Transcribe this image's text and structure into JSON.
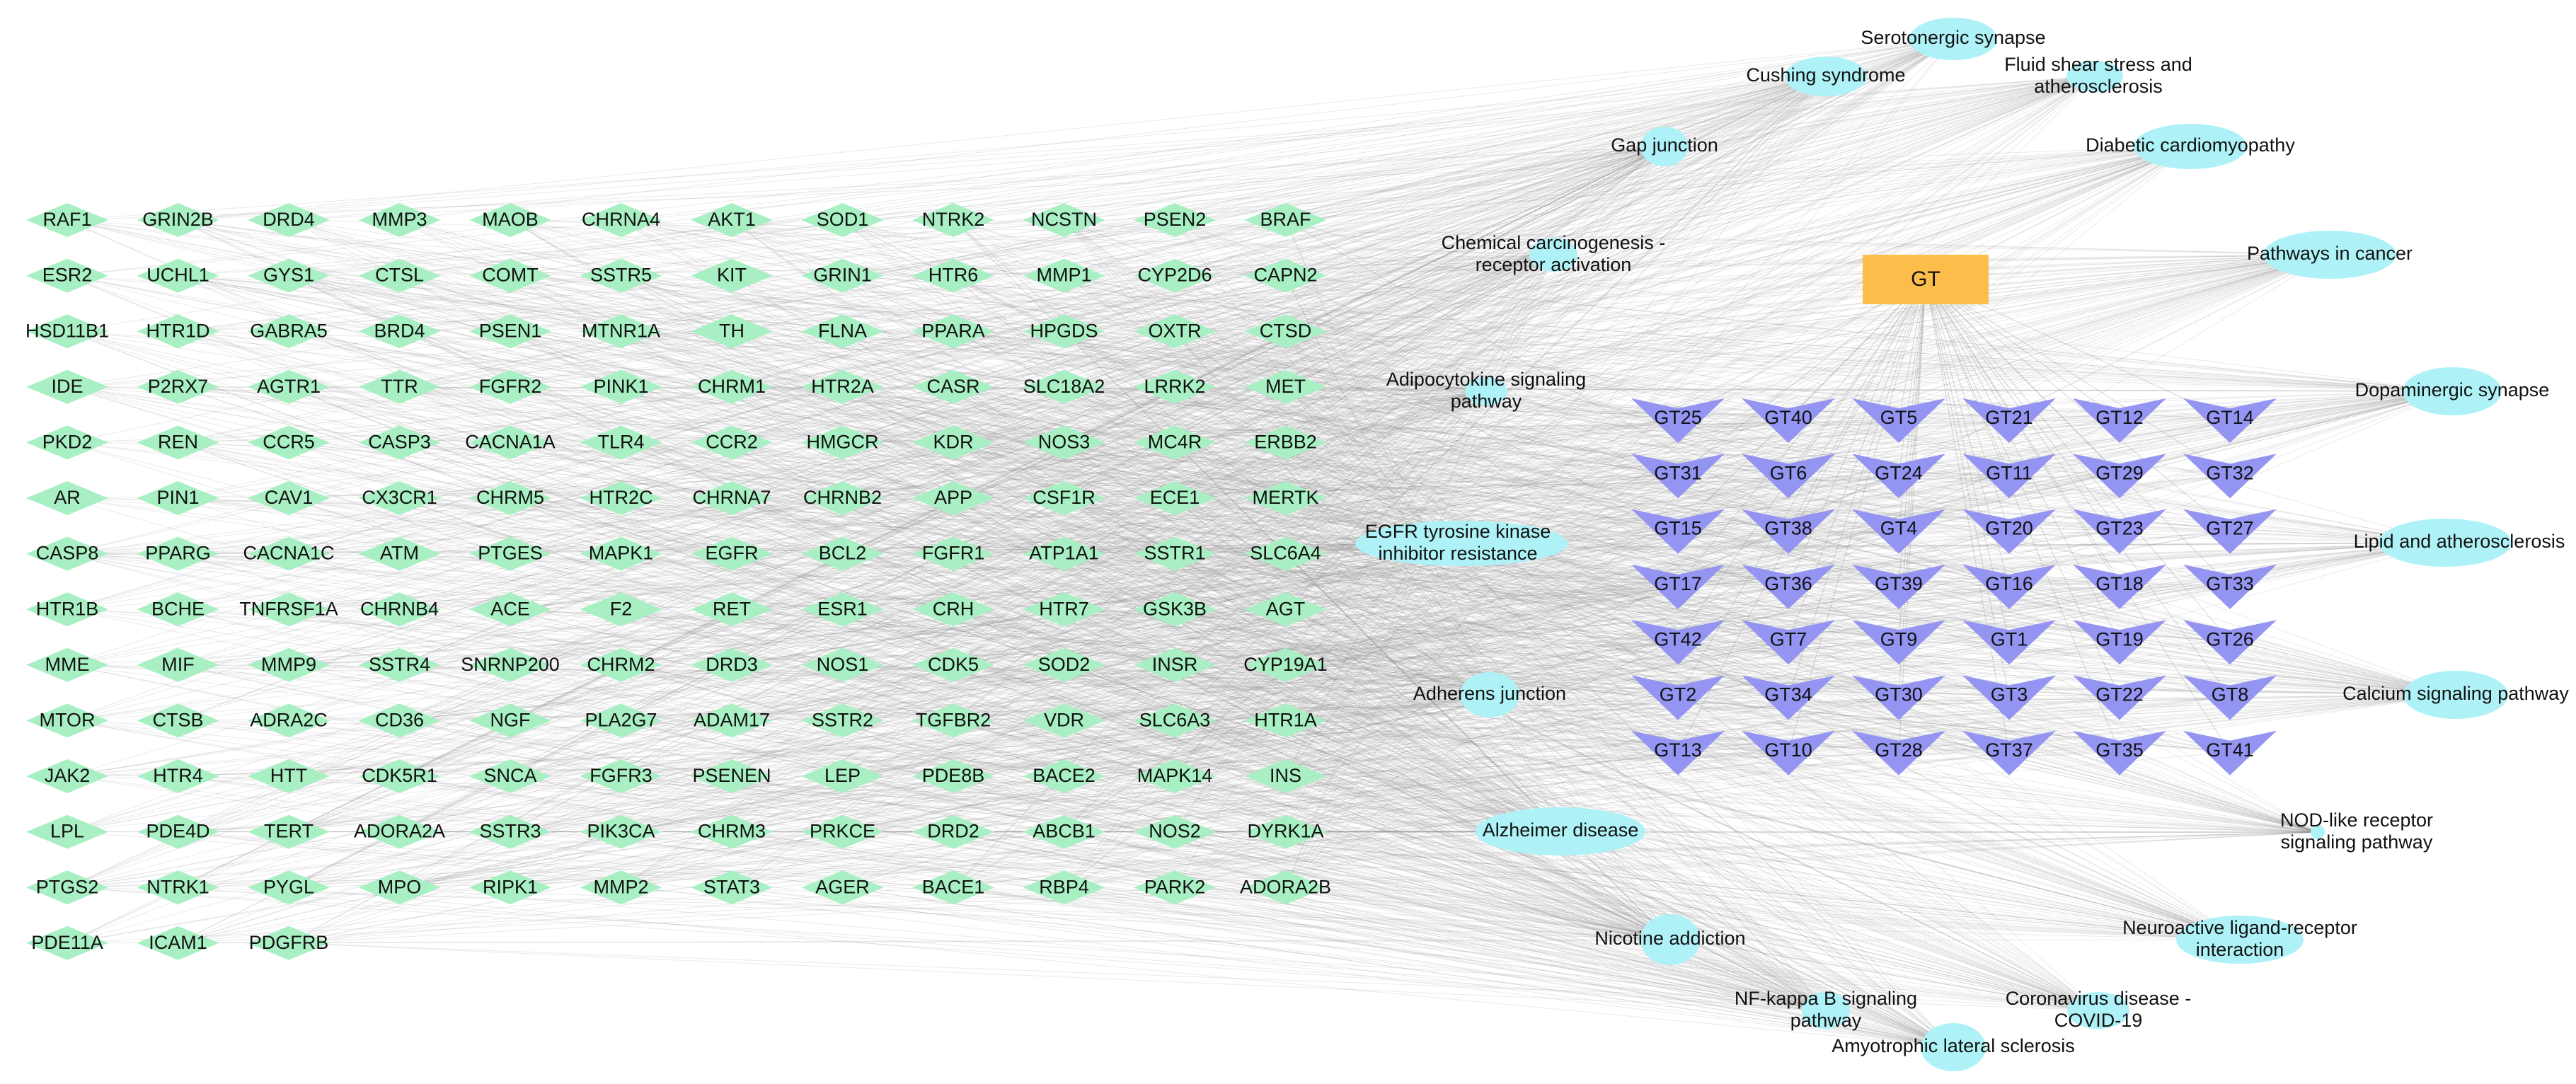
{
  "colors": {
    "target_node": "#a8f0c4",
    "gt_node": "#9494f2",
    "pathway_node": "#aef2f8",
    "hub_node": "#fdbd4a",
    "edge": "#8c8c8c",
    "label": "#111111"
  },
  "hub": {
    "label": "GT"
  },
  "target_rows": [
    [
      "RAF1",
      "GRIN2B",
      "DRD4",
      "MMP3",
      "MAOB",
      "CHRNA4",
      "AKT1",
      "SOD1",
      "NTRK2",
      "NCSTN",
      "PSEN2",
      "BRAF"
    ],
    [
      "ESR2",
      "UCHL1",
      "GYS1",
      "CTSL",
      "COMT",
      "SSTR5",
      "KIT",
      "GRIN1",
      "HTR6",
      "MMP1",
      "CYP2D6",
      "CAPN2"
    ],
    [
      "HSD11B1",
      "HTR1D",
      "GABRA5",
      "BRD4",
      "PSEN1",
      "MTNR1A",
      "TH",
      "FLNA",
      "PPARA",
      "HPGDS",
      "OXTR",
      "CTSD"
    ],
    [
      "IDE",
      "P2RX7",
      "AGTR1",
      "TTR",
      "FGFR2",
      "PINK1",
      "CHRM1",
      "HTR2A",
      "CASR",
      "SLC18A2",
      "LRRK2",
      "MET"
    ],
    [
      "PKD2",
      "REN",
      "CCR5",
      "CASP3",
      "CACNA1A",
      "TLR4",
      "CCR2",
      "HMGCR",
      "KDR",
      "NOS3",
      "MC4R",
      "ERBB2"
    ],
    [
      "AR",
      "PIN1",
      "CAV1",
      "CX3CR1",
      "CHRM5",
      "HTR2C",
      "CHRNA7",
      "CHRNB2",
      "APP",
      "CSF1R",
      "ECE1",
      "MERTK"
    ],
    [
      "CASP8",
      "PPARG",
      "CACNA1C",
      "ATM",
      "PTGES",
      "MAPK1",
      "EGFR",
      "BCL2",
      "FGFR1",
      "ATP1A1",
      "SSTR1",
      "SLC6A4"
    ],
    [
      "HTR1B",
      "BCHE",
      "TNFRSF1A",
      "CHRNB4",
      "ACE",
      "F2",
      "RET",
      "ESR1",
      "CRH",
      "HTR7",
      "GSK3B",
      "AGT"
    ],
    [
      "MME",
      "MIF",
      "MMP9",
      "SSTR4",
      "SNRNP200",
      "CHRM2",
      "DRD3",
      "NOS1",
      "CDK5",
      "SOD2",
      "INSR",
      "CYP19A1"
    ],
    [
      "MTOR",
      "CTSB",
      "ADRA2C",
      "CD36",
      "NGF",
      "PLA2G7",
      "ADAM17",
      "SSTR2",
      "TGFBR2",
      "VDR",
      "SLC6A3",
      "HTR1A"
    ],
    [
      "JAK2",
      "HTR4",
      "HTT",
      "CDK5R1",
      "SNCA",
      "FGFR3",
      "PSENEN",
      "LEP",
      "PDE8B",
      "BACE2",
      "MAPK14",
      "INS"
    ],
    [
      "LPL",
      "PDE4D",
      "TERT",
      "ADORA2A",
      "SSTR3",
      "PIK3CA",
      "CHRM3",
      "PRKCE",
      "DRD2",
      "ABCB1",
      "NOS2",
      "DYRK1A"
    ],
    [
      "PTGS2",
      "NTRK1",
      "PYGL",
      "MPO",
      "RIPK1",
      "MMP2",
      "STAT3",
      "AGER",
      "BACE1",
      "RBP4",
      "PARK2",
      "ADORA2B"
    ],
    [
      "PDE11A",
      "ICAM1",
      "PDGFRB"
    ]
  ],
  "gt_rows": [
    [
      "GT25",
      "GT40",
      "GT5",
      "GT21",
      "GT12",
      "GT14"
    ],
    [
      "GT31",
      "GT6",
      "GT24",
      "GT11",
      "GT29",
      "GT32"
    ],
    [
      "GT15",
      "GT38",
      "GT4",
      "GT20",
      "GT23",
      "GT27"
    ],
    [
      "GT17",
      "GT36",
      "GT39",
      "GT16",
      "GT18",
      "GT33"
    ],
    [
      "GT42",
      "GT7",
      "GT9",
      "GT1",
      "GT19",
      "GT26"
    ],
    [
      "GT2",
      "GT34",
      "GT30",
      "GT3",
      "GT22",
      "GT8"
    ],
    [
      "GT13",
      "GT10",
      "GT28",
      "GT37",
      "GT35",
      "GT41"
    ]
  ],
  "pathways": [
    {
      "label": "Serotonergic synapse"
    },
    {
      "label": "Cushing syndrome"
    },
    {
      "label": "Fluid shear stress and atherosclerosis"
    },
    {
      "label": "Gap junction"
    },
    {
      "label": "Diabetic cardiomyopathy"
    },
    {
      "label": "Chemical carcinogenesis - receptor activation"
    },
    {
      "label": "Pathways in cancer"
    },
    {
      "label": "Adipocytokine signaling pathway"
    },
    {
      "label": "Dopaminergic synapse"
    },
    {
      "label": "EGFR tyrosine kinase inhibitor resistance"
    },
    {
      "label": "Lipid and atherosclerosis"
    },
    {
      "label": "Adherens junction"
    },
    {
      "label": "Calcium signaling pathway"
    },
    {
      "label": "Alzheimer disease"
    },
    {
      "label": "NOD-like receptor signaling pathway"
    },
    {
      "label": "Nicotine addiction"
    },
    {
      "label": "Neuroactive ligand-receptor interaction"
    },
    {
      "label": "NF-kappa B signaling pathway"
    },
    {
      "label": "Coronavirus disease - COVID-19"
    },
    {
      "label": "Amyotrophic lateral sclerosis"
    }
  ]
}
